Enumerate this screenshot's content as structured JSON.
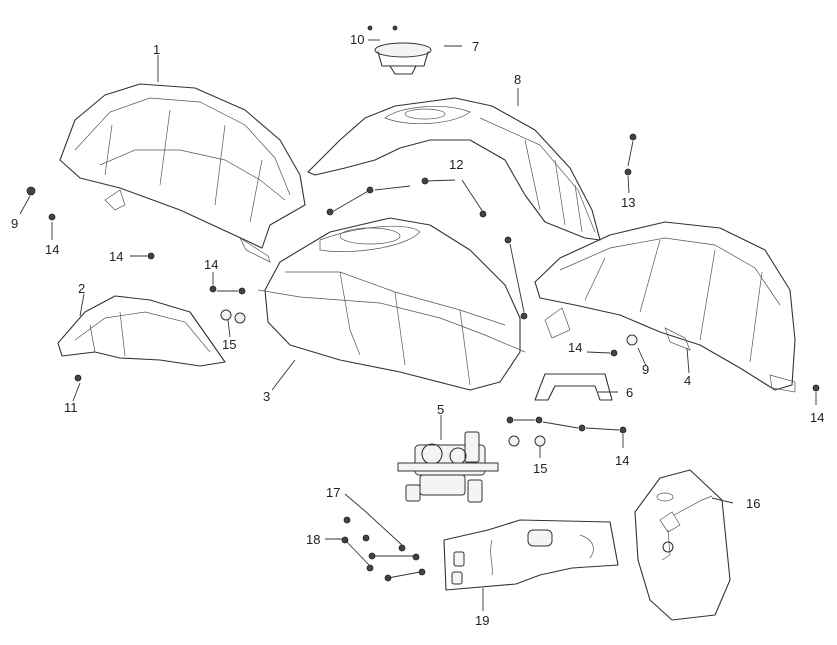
{
  "callouts": {
    "p1": "1",
    "p2": "2",
    "p3": "3",
    "p4": "4",
    "p5": "5",
    "p6": "6",
    "p7": "7",
    "p8": "8",
    "p9a": "9",
    "p9b": "9",
    "p10": "10",
    "p11": "11",
    "p12": "12",
    "p13": "13",
    "p14a": "14",
    "p14b": "14",
    "p14c": "14",
    "p14d": "14",
    "p14e": "14",
    "p14f": "14",
    "p15a": "15",
    "p15b": "15",
    "p16": "16",
    "p17": "17",
    "p18": "18",
    "p19": "19"
  }
}
